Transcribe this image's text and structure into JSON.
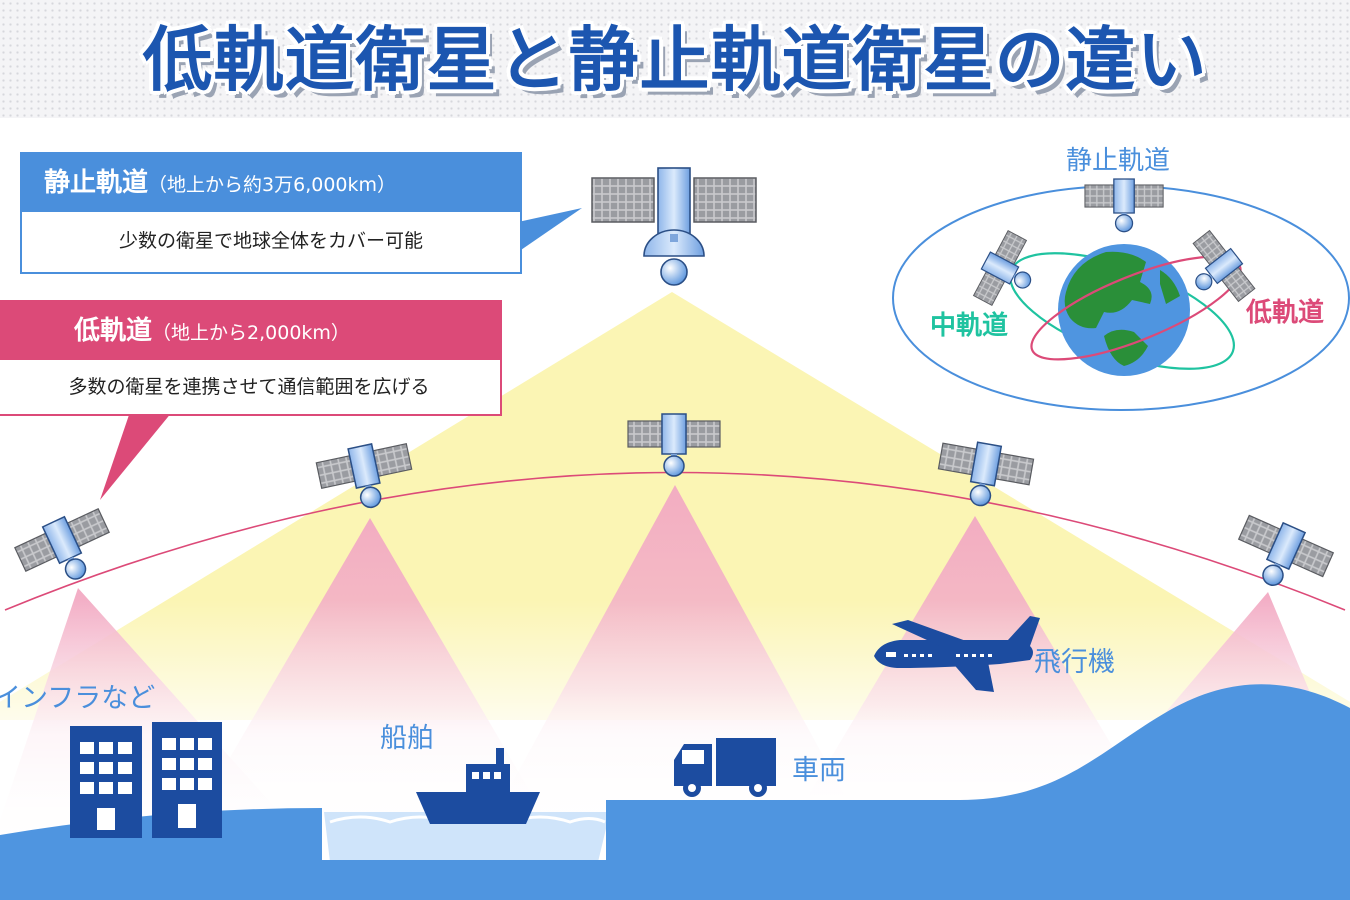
{
  "title": "低軌道衛星と静止軌道衛星の違い",
  "geo_box": {
    "heading": "静止軌道",
    "altitude": "（地上から約3万6,000km）",
    "description": "少数の衛星で地球全体をカバー可能"
  },
  "leo_box": {
    "heading": "低軌道",
    "altitude": "（地上から2,000km）",
    "description": "多数の衛星を連携させて通信範囲を広げる"
  },
  "inset": {
    "geo_label": "静止軌道",
    "meo_label": "中軌道",
    "leo_label": "低軌道"
  },
  "ground_labels": {
    "infra": "インフラなど",
    "ship": "船舶",
    "vehicle": "車両",
    "aircraft": "飛行機"
  },
  "colors": {
    "title_blue": "#1c56b0",
    "geo_blue": "#4a8fdc",
    "leo_pink": "#dc4a78",
    "meo_green": "#1fc3a0",
    "geo_beam_yellow": "#fbf5b4",
    "leo_beam_pink": "#f2a9c2",
    "ground_blue": "#4f95e0",
    "icon_navy": "#1c4ca0"
  }
}
